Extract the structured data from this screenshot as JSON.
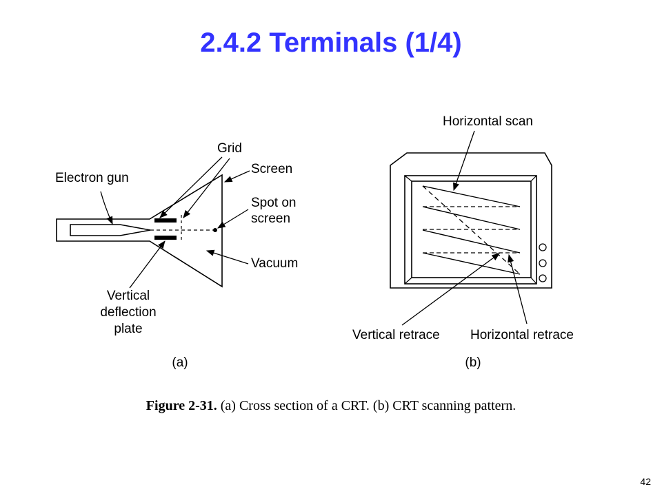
{
  "slide": {
    "title": "2.4.2 Terminals (1/4)",
    "page_number": "42"
  },
  "figure_a": {
    "labels": {
      "electron_gun": "Electron gun",
      "grid": "Grid",
      "screen": "Screen",
      "spot_line1": "Spot on",
      "spot_line2": "screen",
      "vacuum": "Vacuum",
      "vdp_line1": "Vertical",
      "vdp_line2": "deflection",
      "vdp_line3": "plate"
    },
    "panel_label": "(a)"
  },
  "figure_b": {
    "labels": {
      "horizontal_scan": "Horizontal scan",
      "vertical_retrace": "Vertical retrace",
      "horizontal_retrace": "Horizontal retrace"
    },
    "panel_label": "(b)"
  },
  "caption": {
    "figure_number": "Figure 2-31.",
    "text": "(a) Cross section of a CRT. (b) CRT scanning pattern."
  }
}
